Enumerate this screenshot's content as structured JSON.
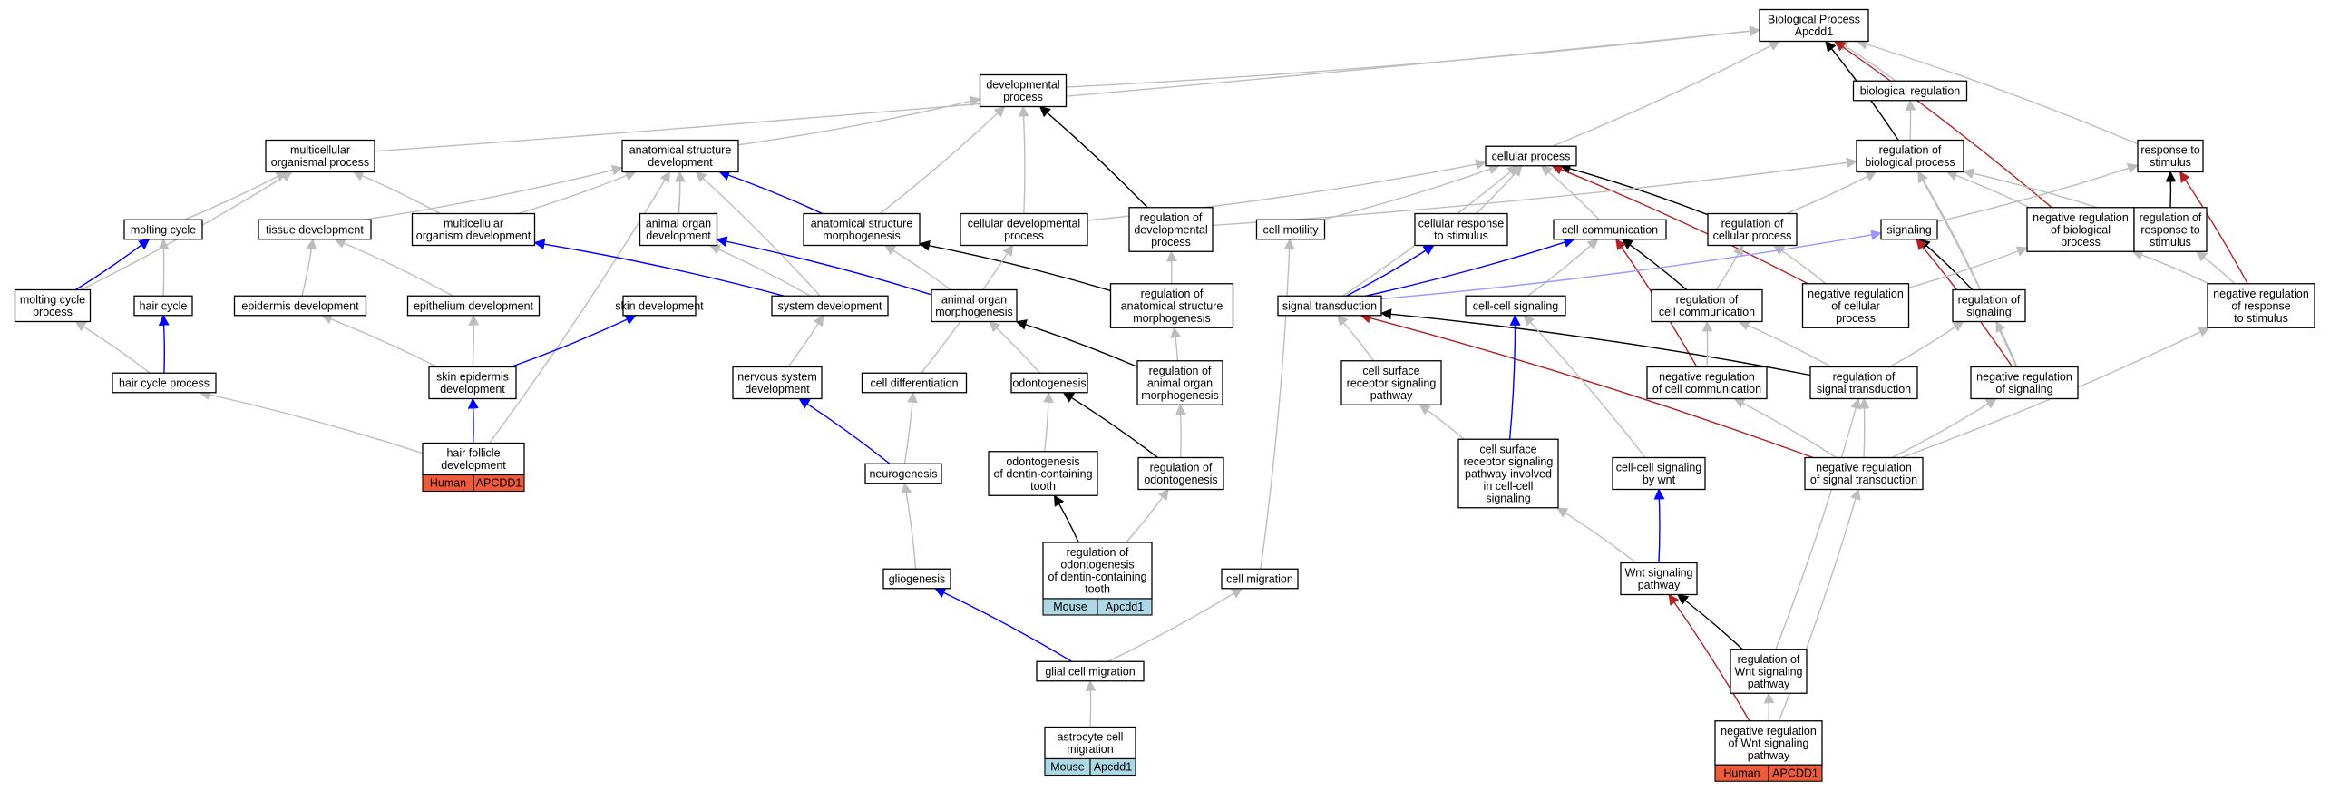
{
  "colors": {
    "is_a": "#bdbdbd",
    "part_of": "#0000ff",
    "regulates": "#000000",
    "negatively_regulates": "#b22222",
    "positively_regulates": "#9999ff",
    "human_tag": "#ef5a3b",
    "mouse_tag": "#add8e6"
  },
  "nodes": {
    "bp": {
      "lines": [
        "Biological Process",
        "Apcdd1"
      ]
    },
    "devproc": {
      "lines": [
        "developmental",
        "process"
      ]
    },
    "bioreg": {
      "lines": [
        "biological regulation"
      ]
    },
    "mcop": {
      "lines": [
        "multicellular",
        "organismal process"
      ]
    },
    "asd": {
      "lines": [
        "anatomical structure",
        "development"
      ]
    },
    "cellproc": {
      "lines": [
        "cellular process"
      ]
    },
    "regbp": {
      "lines": [
        "regulation of",
        "biological process"
      ]
    },
    "resp": {
      "lines": [
        "response to",
        "stimulus"
      ]
    },
    "molting": {
      "lines": [
        "molting cycle"
      ]
    },
    "tissuedev": {
      "lines": [
        "tissue development"
      ]
    },
    "mcod": {
      "lines": [
        "multicellular",
        "organism development"
      ]
    },
    "aod": {
      "lines": [
        "animal organ",
        "development"
      ]
    },
    "asm": {
      "lines": [
        "anatomical structure",
        "morphogenesis"
      ]
    },
    "cdp": {
      "lines": [
        "cellular developmental",
        "process"
      ]
    },
    "regdev": {
      "lines": [
        "regulation of",
        "developmental",
        "process"
      ]
    },
    "motility": {
      "lines": [
        "cell motility"
      ]
    },
    "crs": {
      "lines": [
        "cellular response",
        "to stimulus"
      ]
    },
    "cellcomm": {
      "lines": [
        "cell communication"
      ]
    },
    "regcp": {
      "lines": [
        "regulation of",
        "cellular process"
      ]
    },
    "signaling": {
      "lines": [
        "signaling"
      ]
    },
    "nregbp": {
      "lines": [
        "negative regulation",
        "of biological",
        "process"
      ]
    },
    "regresp": {
      "lines": [
        "regulation of",
        "response to",
        "stimulus"
      ]
    },
    "mcp": {
      "lines": [
        "molting cycle",
        "process"
      ]
    },
    "haircycle": {
      "lines": [
        "hair cycle"
      ]
    },
    "epidev": {
      "lines": [
        "epidermis development"
      ]
    },
    "epithdev": {
      "lines": [
        "epithelium development"
      ]
    },
    "skindev": {
      "lines": [
        "skin development"
      ]
    },
    "sysdev": {
      "lines": [
        "system development"
      ]
    },
    "aom": {
      "lines": [
        "animal organ",
        "morphogenesis"
      ]
    },
    "regasm": {
      "lines": [
        "regulation of",
        "anatomical structure",
        "morphogenesis"
      ]
    },
    "st": {
      "lines": [
        "signal transduction"
      ]
    },
    "ccsig": {
      "lines": [
        "cell-cell signaling"
      ]
    },
    "regcc": {
      "lines": [
        "regulation of",
        "cell communication"
      ]
    },
    "nregcp": {
      "lines": [
        "negative regulation",
        "of cellular",
        "process"
      ]
    },
    "regsig": {
      "lines": [
        "regulation of",
        "signaling"
      ]
    },
    "nregresp": {
      "lines": [
        "negative regulation",
        "of response",
        "to stimulus"
      ]
    },
    "hcp": {
      "lines": [
        "hair cycle process"
      ]
    },
    "sed": {
      "lines": [
        "skin epidermis",
        "development"
      ]
    },
    "nsd": {
      "lines": [
        "nervous system",
        "development"
      ]
    },
    "celldiff": {
      "lines": [
        "cell differentiation"
      ]
    },
    "odonto": {
      "lines": [
        "odontogenesis"
      ]
    },
    "regaom": {
      "lines": [
        "regulation of",
        "animal organ",
        "morphogenesis"
      ]
    },
    "csrsp": {
      "lines": [
        "cell surface",
        "receptor signaling",
        "pathway"
      ]
    },
    "nregcc": {
      "lines": [
        "negative regulation",
        "of cell communication"
      ]
    },
    "regst": {
      "lines": [
        "regulation of",
        "signal transduction"
      ]
    },
    "nregsig": {
      "lines": [
        "negative regulation",
        "of signaling"
      ]
    },
    "hfd": {
      "lines": [
        "hair follicle",
        "development"
      ],
      "tags": [
        "Human",
        "APCDD1"
      ],
      "species": "human"
    },
    "neuro": {
      "lines": [
        "neurogenesis"
      ]
    },
    "odondct": {
      "lines": [
        "odontogenesis",
        "of dentin-containing",
        "tooth"
      ]
    },
    "regodonto": {
      "lines": [
        "regulation of",
        "odontogenesis"
      ]
    },
    "csrspcc": {
      "lines": [
        "cell surface",
        "receptor signaling",
        "pathway involved",
        "in cell-cell",
        "signaling"
      ]
    },
    "ccwnt": {
      "lines": [
        "cell-cell signaling",
        "by wnt"
      ]
    },
    "nregst": {
      "lines": [
        "negative regulation",
        "of signal transduction"
      ]
    },
    "glio": {
      "lines": [
        "gliogenesis"
      ]
    },
    "regodondct": {
      "lines": [
        "regulation of",
        "odontogenesis",
        "of dentin-containing",
        "tooth"
      ],
      "tags": [
        "Mouse",
        "Apcdd1"
      ],
      "species": "mouse"
    },
    "cellmig": {
      "lines": [
        "cell migration"
      ]
    },
    "wnt": {
      "lines": [
        "Wnt signaling",
        "pathway"
      ]
    },
    "glialmig": {
      "lines": [
        "glial cell migration"
      ]
    },
    "regwnt": {
      "lines": [
        "regulation of",
        "Wnt signaling",
        "pathway"
      ]
    },
    "astro": {
      "lines": [
        "astrocyte cell",
        "migration"
      ],
      "tags": [
        "Mouse",
        "Apcdd1"
      ],
      "species": "mouse"
    },
    "nregwnt": {
      "lines": [
        "negative regulation",
        "of Wnt signaling",
        "pathway"
      ],
      "tags": [
        "Human",
        "APCDD1"
      ],
      "species": "human"
    }
  },
  "edges": [
    [
      "devproc",
      "bp",
      "is_a"
    ],
    [
      "bioreg",
      "bp",
      "is_a"
    ],
    [
      "mcop",
      "bp",
      "is_a"
    ],
    [
      "cellproc",
      "bp",
      "is_a"
    ],
    [
      "regbp",
      "bp",
      "regulates"
    ],
    [
      "regbp",
      "bioreg",
      "is_a"
    ],
    [
      "resp",
      "bp",
      "is_a"
    ],
    [
      "nregbp",
      "bp",
      "negatively_regulates"
    ],
    [
      "asd",
      "devproc",
      "is_a"
    ],
    [
      "asm",
      "devproc",
      "is_a"
    ],
    [
      "cdp",
      "devproc",
      "is_a"
    ],
    [
      "regdev",
      "devproc",
      "regulates"
    ],
    [
      "molting",
      "mcop",
      "is_a"
    ],
    [
      "mcod",
      "mcop",
      "is_a"
    ],
    [
      "mcp",
      "mcop",
      "is_a"
    ],
    [
      "tissuedev",
      "asd",
      "is_a"
    ],
    [
      "mcod",
      "asd",
      "is_a"
    ],
    [
      "aod",
      "asd",
      "is_a"
    ],
    [
      "asm",
      "asd",
      "part_of"
    ],
    [
      "sysdev",
      "asd",
      "is_a"
    ],
    [
      "hfd",
      "asd",
      "is_a"
    ],
    [
      "cdp",
      "cellproc",
      "is_a"
    ],
    [
      "motility",
      "cellproc",
      "is_a"
    ],
    [
      "crs",
      "cellproc",
      "is_a"
    ],
    [
      "cellcomm",
      "cellproc",
      "is_a"
    ],
    [
      "regcp",
      "cellproc",
      "regulates"
    ],
    [
      "st",
      "cellproc",
      "is_a"
    ],
    [
      "nregcp",
      "cellproc",
      "negatively_regulates"
    ],
    [
      "regdev",
      "regbp",
      "is_a"
    ],
    [
      "regcp",
      "regbp",
      "is_a"
    ],
    [
      "nregbp",
      "regbp",
      "is_a"
    ],
    [
      "regresp",
      "regbp",
      "is_a"
    ],
    [
      "regsig",
      "regbp",
      "is_a"
    ],
    [
      "nregsig",
      "regbp",
      "is_a"
    ],
    [
      "signaling",
      "resp",
      "is_a"
    ],
    [
      "regresp",
      "resp",
      "regulates"
    ],
    [
      "nregresp",
      "resp",
      "negatively_regulates"
    ],
    [
      "mcp",
      "molting",
      "part_of"
    ],
    [
      "haircycle",
      "molting",
      "is_a"
    ],
    [
      "epidev",
      "tissuedev",
      "is_a"
    ],
    [
      "epithdev",
      "tissuedev",
      "is_a"
    ],
    [
      "sysdev",
      "mcod",
      "part_of"
    ],
    [
      "aod",
      "asd",
      "is_a"
    ],
    [
      "sysdev",
      "aod",
      "is_a"
    ],
    [
      "aom",
      "aod",
      "part_of"
    ],
    [
      "aom",
      "asm",
      "is_a"
    ],
    [
      "regasm",
      "asm",
      "regulates"
    ],
    [
      "celldiff",
      "cdp",
      "is_a"
    ],
    [
      "regasm",
      "regdev",
      "is_a"
    ],
    [
      "cellmig",
      "motility",
      "is_a"
    ],
    [
      "st",
      "crs",
      "part_of"
    ],
    [
      "st",
      "cellcomm",
      "part_of"
    ],
    [
      "ccsig",
      "cellcomm",
      "is_a"
    ],
    [
      "regcc",
      "cellcomm",
      "regulates"
    ],
    [
      "nregcc",
      "cellcomm",
      "negatively_regulates"
    ],
    [
      "regcc",
      "regcp",
      "is_a"
    ],
    [
      "nregcp",
      "regcp",
      "is_a"
    ],
    [
      "st",
      "signaling",
      "positively_regulates"
    ],
    [
      "regsig",
      "signaling",
      "regulates"
    ],
    [
      "nregsig",
      "signaling",
      "negatively_regulates"
    ],
    [
      "nregresp",
      "nregbp",
      "is_a"
    ],
    [
      "nregcp",
      "nregbp",
      "is_a"
    ],
    [
      "nregresp",
      "regresp",
      "is_a"
    ],
    [
      "hcp",
      "haircycle",
      "part_of"
    ],
    [
      "hcp",
      "mcp",
      "is_a"
    ],
    [
      "sed",
      "epidev",
      "is_a"
    ],
    [
      "sed",
      "epithdev",
      "is_a"
    ],
    [
      "sed",
      "skindev",
      "part_of"
    ],
    [
      "nsd",
      "sysdev",
      "is_a"
    ],
    [
      "odonto",
      "aom",
      "is_a"
    ],
    [
      "regaom",
      "aom",
      "regulates"
    ],
    [
      "regaom",
      "regasm",
      "is_a"
    ],
    [
      "csrsp",
      "st",
      "is_a"
    ],
    [
      "regst",
      "st",
      "regulates"
    ],
    [
      "nregst",
      "st",
      "negatively_regulates"
    ],
    [
      "csrspcc",
      "ccsig",
      "part_of"
    ],
    [
      "ccwnt",
      "ccsig",
      "is_a"
    ],
    [
      "nregcc",
      "regcc",
      "is_a"
    ],
    [
      "regst",
      "regcc",
      "is_a"
    ],
    [
      "regst",
      "regsig",
      "is_a"
    ],
    [
      "nregsig",
      "regsig",
      "is_a"
    ],
    [
      "nregst",
      "nregsig",
      "is_a"
    ],
    [
      "nregst",
      "nregcc",
      "is_a"
    ],
    [
      "nregst",
      "regst",
      "is_a"
    ],
    [
      "nregst",
      "nregresp",
      "is_a"
    ],
    [
      "hfd",
      "sed",
      "part_of"
    ],
    [
      "hfd",
      "hcp",
      "is_a"
    ],
    [
      "neuro",
      "nsd",
      "part_of"
    ],
    [
      "neuro",
      "celldiff",
      "is_a"
    ],
    [
      "odondct",
      "odonto",
      "is_a"
    ],
    [
      "regodonto",
      "odonto",
      "regulates"
    ],
    [
      "regodonto",
      "regaom",
      "is_a"
    ],
    [
      "csrspcc",
      "csrsp",
      "is_a"
    ],
    [
      "glio",
      "neuro",
      "is_a"
    ],
    [
      "regodondct",
      "odondct",
      "regulates"
    ],
    [
      "regodondct",
      "regodonto",
      "is_a"
    ],
    [
      "wnt",
      "csrspcc",
      "is_a"
    ],
    [
      "wnt",
      "ccwnt",
      "part_of"
    ],
    [
      "glialmig",
      "glio",
      "part_of"
    ],
    [
      "glialmig",
      "cellmig",
      "is_a"
    ],
    [
      "regwnt",
      "wnt",
      "regulates"
    ],
    [
      "regwnt",
      "regst",
      "is_a"
    ],
    [
      "astro",
      "glialmig",
      "is_a"
    ],
    [
      "nregwnt",
      "regwnt",
      "is_a"
    ],
    [
      "nregwnt",
      "wnt",
      "negatively_regulates"
    ],
    [
      "nregwnt",
      "nregst",
      "is_a"
    ]
  ]
}
